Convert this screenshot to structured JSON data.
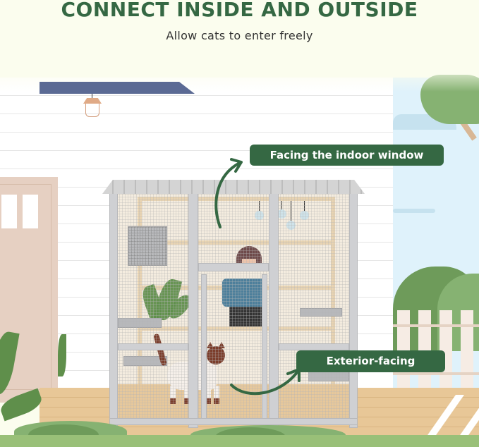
{
  "header": {
    "title": "CONNECT INSIDE AND OUTSIDE",
    "subtitle": "Allow cats to enter freely"
  },
  "callouts": {
    "indoor": {
      "label": "Facing the indoor window",
      "icon": "curved-arrow-icon"
    },
    "exterior": {
      "label": "Exterior-facing",
      "icon": "curved-arrow-icon"
    }
  },
  "colors": {
    "brand_green": "#356843",
    "background": "#fbfdee",
    "sky": "#dff2fb",
    "deck": "#e8c797",
    "overhang": "#5b6a94",
    "frame_gray": "#cfd0d3"
  },
  "scene": {
    "subject": "outdoor cat enclosure (catio) against house wall",
    "elements": [
      "solar-panel-overhang",
      "hanging-lantern",
      "house-door",
      "catio-enclosure",
      "air-conditioner-unit",
      "person-holding-cat",
      "siamese-cat",
      "pendant-lights",
      "potted-plant",
      "picket-fence",
      "tree",
      "bushes",
      "wooden-deck"
    ]
  }
}
